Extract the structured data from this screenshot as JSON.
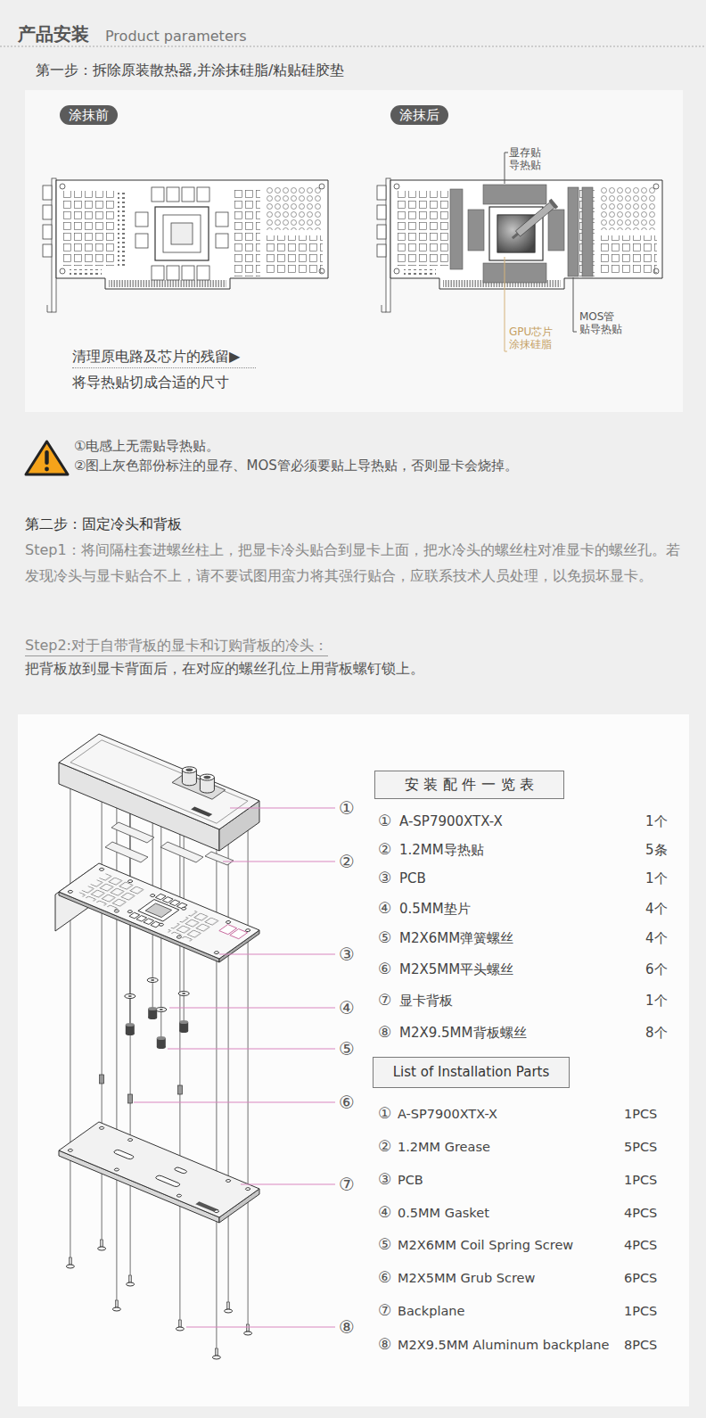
{
  "diagram": {
    "title": "产品安装",
    "nodes": [
      {
        "text": [
          "清理原电路及芯片的残留▶",
          "将导热贴切成合适的尺寸"
        ]
      },
      {
        "text": [
          "涂抹前"
        ],
        "in": 0
      },
      {
        "text": [
          "涂抹后"
        ],
        "in": 0
      },
      {
        "text": [
          "安装配件一览表"
        ]
      },
      {
        "text": [
          "List of Installation Parts"
        ]
      }
    ],
    "labels": [
      "Product parameters",
      "第一步：拆除原装散热器,并涂抹硅脂/粘贴硅胶垫",
      "显存贴导热贴",
      "MOS管贴导热贴",
      "GPU芯片涂抹硅脂",
      "①电感上无需贴导热贴。",
      "②图上灰色部份标注的显存、MOS管必须要贴上导热贴，否则显卡会烧掉。",
      "第二步：固定冷头和背板",
      "Step1：将间隔柱套进螺丝柱上，把显卡冷头贴合到显卡上面，把水冷头的螺丝柱对准显卡的螺丝孔。若发现冷头与显卡贴合不上，请不要试图用蛮力将其强行贴合，应联系技术人员处理，以免损坏显卡。",
      "Step2:对于自带背板的显卡和订购背板的冷头：",
      "把背板放到显卡背面后，在对应的螺丝孔位上用背板螺钉锁上。",
      "①",
      "②",
      "③",
      "④",
      "⑤",
      "⑥",
      "⑦",
      "⑧",
      "①",
      "A-SP7900XTX-X",
      "1个",
      "②",
      "1.2MM导热贴",
      "5条",
      "③",
      "PCB",
      "1个",
      "④",
      "0.5MM垫片",
      "4个",
      "⑤",
      "M2X6MM弹簧螺丝",
      "4个",
      "⑥",
      "M2X5MM平头螺丝",
      "6个",
      "⑦",
      "显卡背板",
      "1个",
      "⑧",
      "M2X9.5MM背板螺丝",
      "8个",
      "①",
      "A-SP7900XTX-X",
      "1PCS",
      "②",
      "1.2MM Grease",
      "5PCS",
      "③",
      "PCB",
      "1PCS",
      "④",
      "0.5MM Gasket",
      "4PCS",
      "⑤",
      "M2X6MM Coil Spring Screw",
      "4PCS",
      "⑥",
      "M2X5MM Grub Screw",
      "6PCS",
      "⑦",
      "Backplane",
      "1PCS",
      "⑧",
      "M2X9.5MM Aluminum backplane",
      "8PCS"
    ]
  }
}
